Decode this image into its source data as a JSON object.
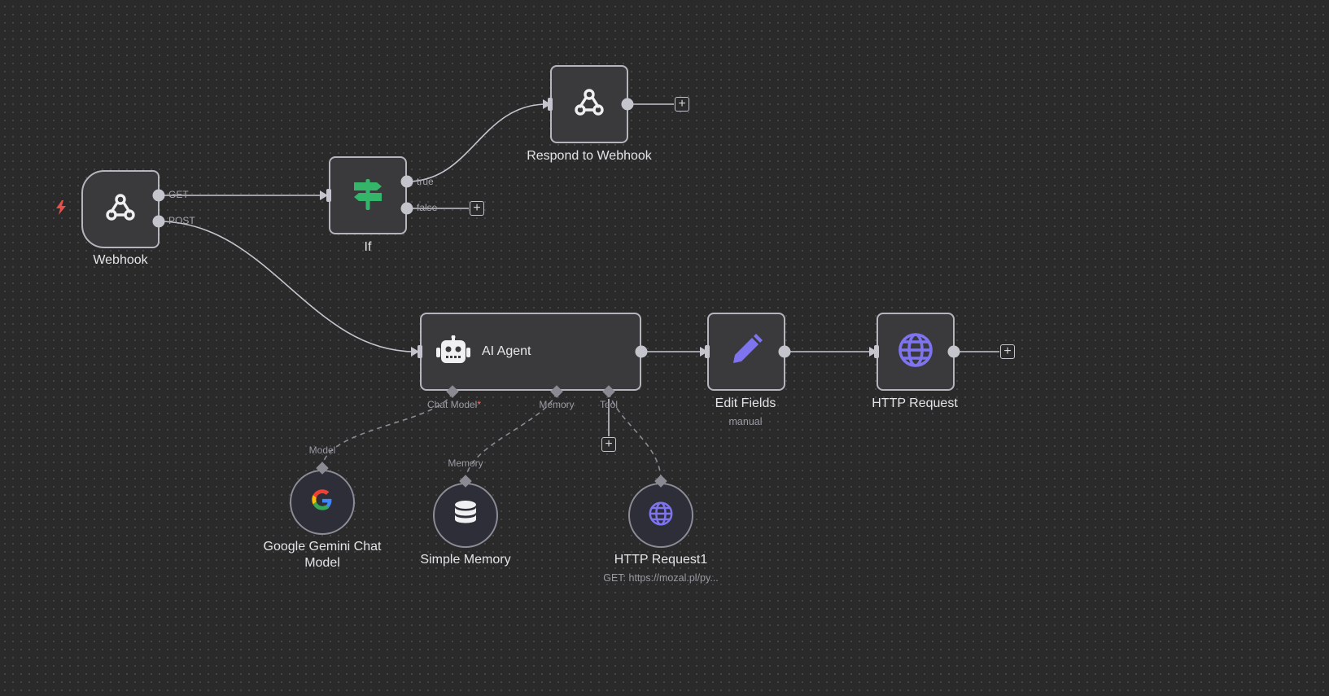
{
  "nodes": {
    "webhook": {
      "label": "Webhook",
      "outputs": [
        "GET",
        "POST"
      ],
      "icon": "webhook-icon"
    },
    "if": {
      "label": "If",
      "outputs": [
        "true",
        "false"
      ],
      "icon": "signpost-icon"
    },
    "respond": {
      "label": "Respond to Webhook",
      "icon": "webhook-icon"
    },
    "agent": {
      "label": "AI Agent",
      "icon": "robot-icon",
      "handles": {
        "chat_model": "Chat Model",
        "required_mark": "*",
        "memory": "Memory",
        "tool": "Tool"
      }
    },
    "edit_fields": {
      "label": "Edit Fields",
      "subtitle": "manual",
      "icon": "pencil-icon"
    },
    "http_request": {
      "label": "HTTP Request",
      "icon": "globe-icon"
    },
    "gemini": {
      "label": "Google Gemini Chat Model",
      "handle": "Model",
      "icon": "google-icon"
    },
    "memory": {
      "label": "Simple Memory",
      "handle": "Memory",
      "icon": "database-icon"
    },
    "http_request1": {
      "label": "HTTP Request1",
      "subtitle": "GET: https://mozal.pl/py...",
      "icon": "globe-icon"
    }
  },
  "add_button_symbol": "+",
  "colors": {
    "canvas": "#2a2a2b",
    "node_bg": "#3a3a3d",
    "node_border": "#b5b5bd",
    "if_green": "#35b56a",
    "accent_purple": "#7f74f0",
    "trigger_bolt": "#e5504a"
  }
}
